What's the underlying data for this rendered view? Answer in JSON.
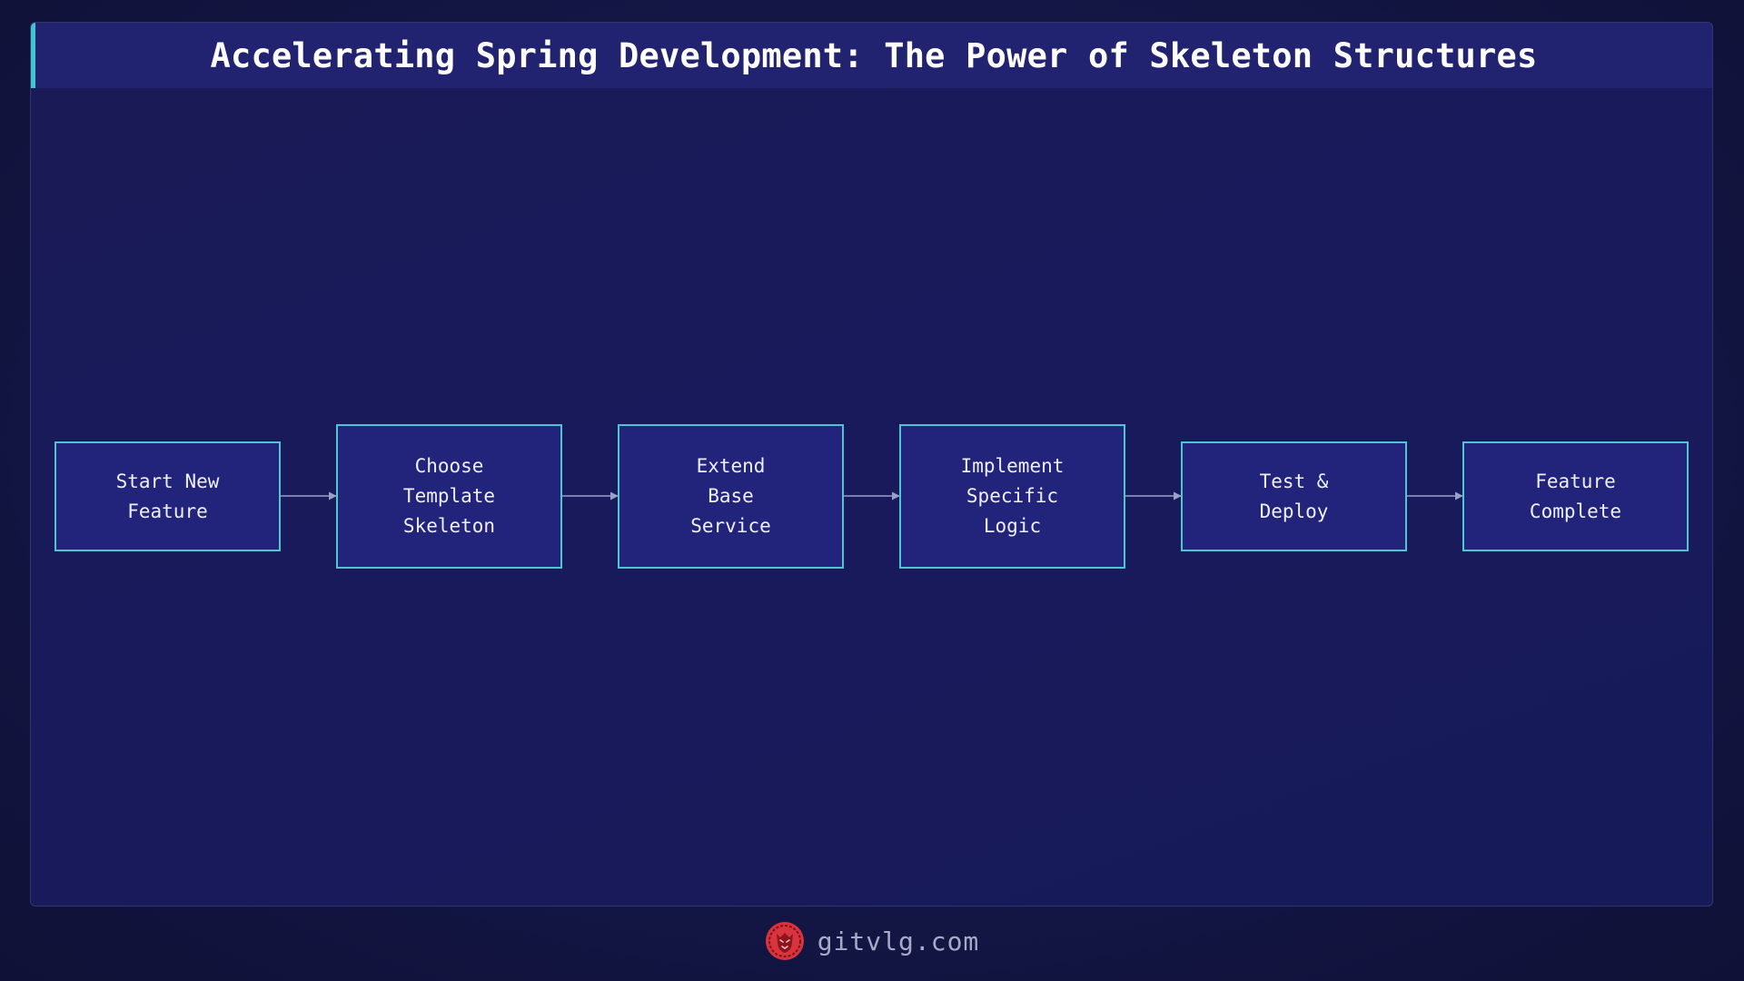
{
  "title": "Accelerating Spring Development: The Power of Skeleton Structures",
  "colors": {
    "background": "#141646",
    "panel": "#1a1a55",
    "title_bar": "#222370",
    "accent": "#3fc7cf",
    "node_fill": "#22237a",
    "node_border": "#4fc5d2",
    "arrow": "#9aa0c8",
    "logo": "#d9343e"
  },
  "flow": {
    "nodes": [
      {
        "id": "start",
        "label": "Start New\nFeature"
      },
      {
        "id": "choose",
        "label": "Choose\nTemplate\nSkeleton"
      },
      {
        "id": "extend",
        "label": "Extend\nBase\nService"
      },
      {
        "id": "implement",
        "label": "Implement\nSpecific\nLogic"
      },
      {
        "id": "test",
        "label": "Test &\nDeploy"
      },
      {
        "id": "complete",
        "label": "Feature\nComplete"
      }
    ],
    "edges": [
      {
        "from": "start",
        "to": "choose"
      },
      {
        "from": "choose",
        "to": "extend"
      },
      {
        "from": "extend",
        "to": "implement"
      },
      {
        "from": "implement",
        "to": "test"
      },
      {
        "from": "test",
        "to": "complete"
      }
    ]
  },
  "footer": {
    "logo_icon": "lion-head-icon",
    "text": "gitvlg.com"
  }
}
